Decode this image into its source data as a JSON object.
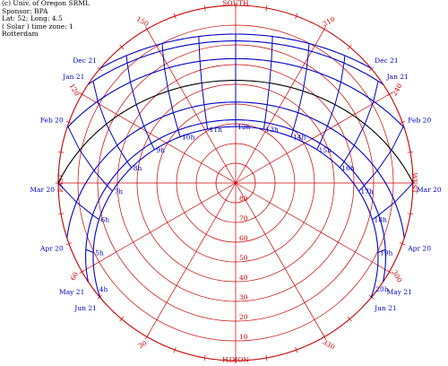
{
  "header": {
    "line1": "(c) Univ. of Oregon SRML",
    "line2": "Sponsor: BPA",
    "line3": "Lat: 52; Long: 4.5",
    "line4": "( Solar ) time zone: 1",
    "line5": "Rotterdam"
  },
  "chart_data": {
    "type": "sun-path-polar",
    "latitude": 52,
    "longitude": 4.5,
    "time_zone": 1,
    "location": "Rotterdam",
    "colors": {
      "grid": "#cc0000",
      "sun_paths": "#0000cc",
      "equinox": "#000000"
    },
    "compass": {
      "top": "SOUTH",
      "bottom": "NORTH",
      "left": "EAST",
      "right": "WEST"
    },
    "altitude_rings": [
      10,
      20,
      30,
      40,
      50,
      60,
      70,
      80
    ],
    "azimuth_spokes_deg": [
      0,
      30,
      60,
      90,
      120,
      150,
      180,
      210,
      240,
      270,
      300,
      330
    ],
    "azimuth_labels": [
      {
        "deg": 30,
        "label": "30"
      },
      {
        "deg": 60,
        "label": "60"
      },
      {
        "deg": 120,
        "label": "120"
      },
      {
        "deg": 150,
        "label": "150"
      },
      {
        "deg": 210,
        "label": "210"
      },
      {
        "deg": 240,
        "label": "240"
      },
      {
        "deg": 300,
        "label": "300"
      },
      {
        "deg": 330,
        "label": "330"
      }
    ],
    "date_curves": [
      {
        "left": "Dec 21",
        "right": "Dec 21",
        "declination": -23.44
      },
      {
        "left": "Jan 21",
        "right": "Jan 21",
        "declination": -20.0
      },
      {
        "left": "Feb 20",
        "right": "Feb 20",
        "declination": -11.0
      },
      {
        "left": "Mar 20",
        "right": "Mar 20",
        "declination": 0
      },
      {
        "left": "Apr 20",
        "right": "Apr 20",
        "declination": 11.0
      },
      {
        "left": "May 21",
        "right": "May 21",
        "declination": 20.0
      },
      {
        "left": "Jun 21",
        "right": "Jun 21",
        "declination": 23.44
      }
    ],
    "hour_labels": [
      "4h",
      "5h",
      "6h",
      "7h",
      "8h",
      "9h",
      "10h",
      "11h",
      "12h",
      "13h",
      "14h",
      "15h",
      "16h",
      "17h",
      "18h",
      "19h",
      "20h"
    ]
  }
}
